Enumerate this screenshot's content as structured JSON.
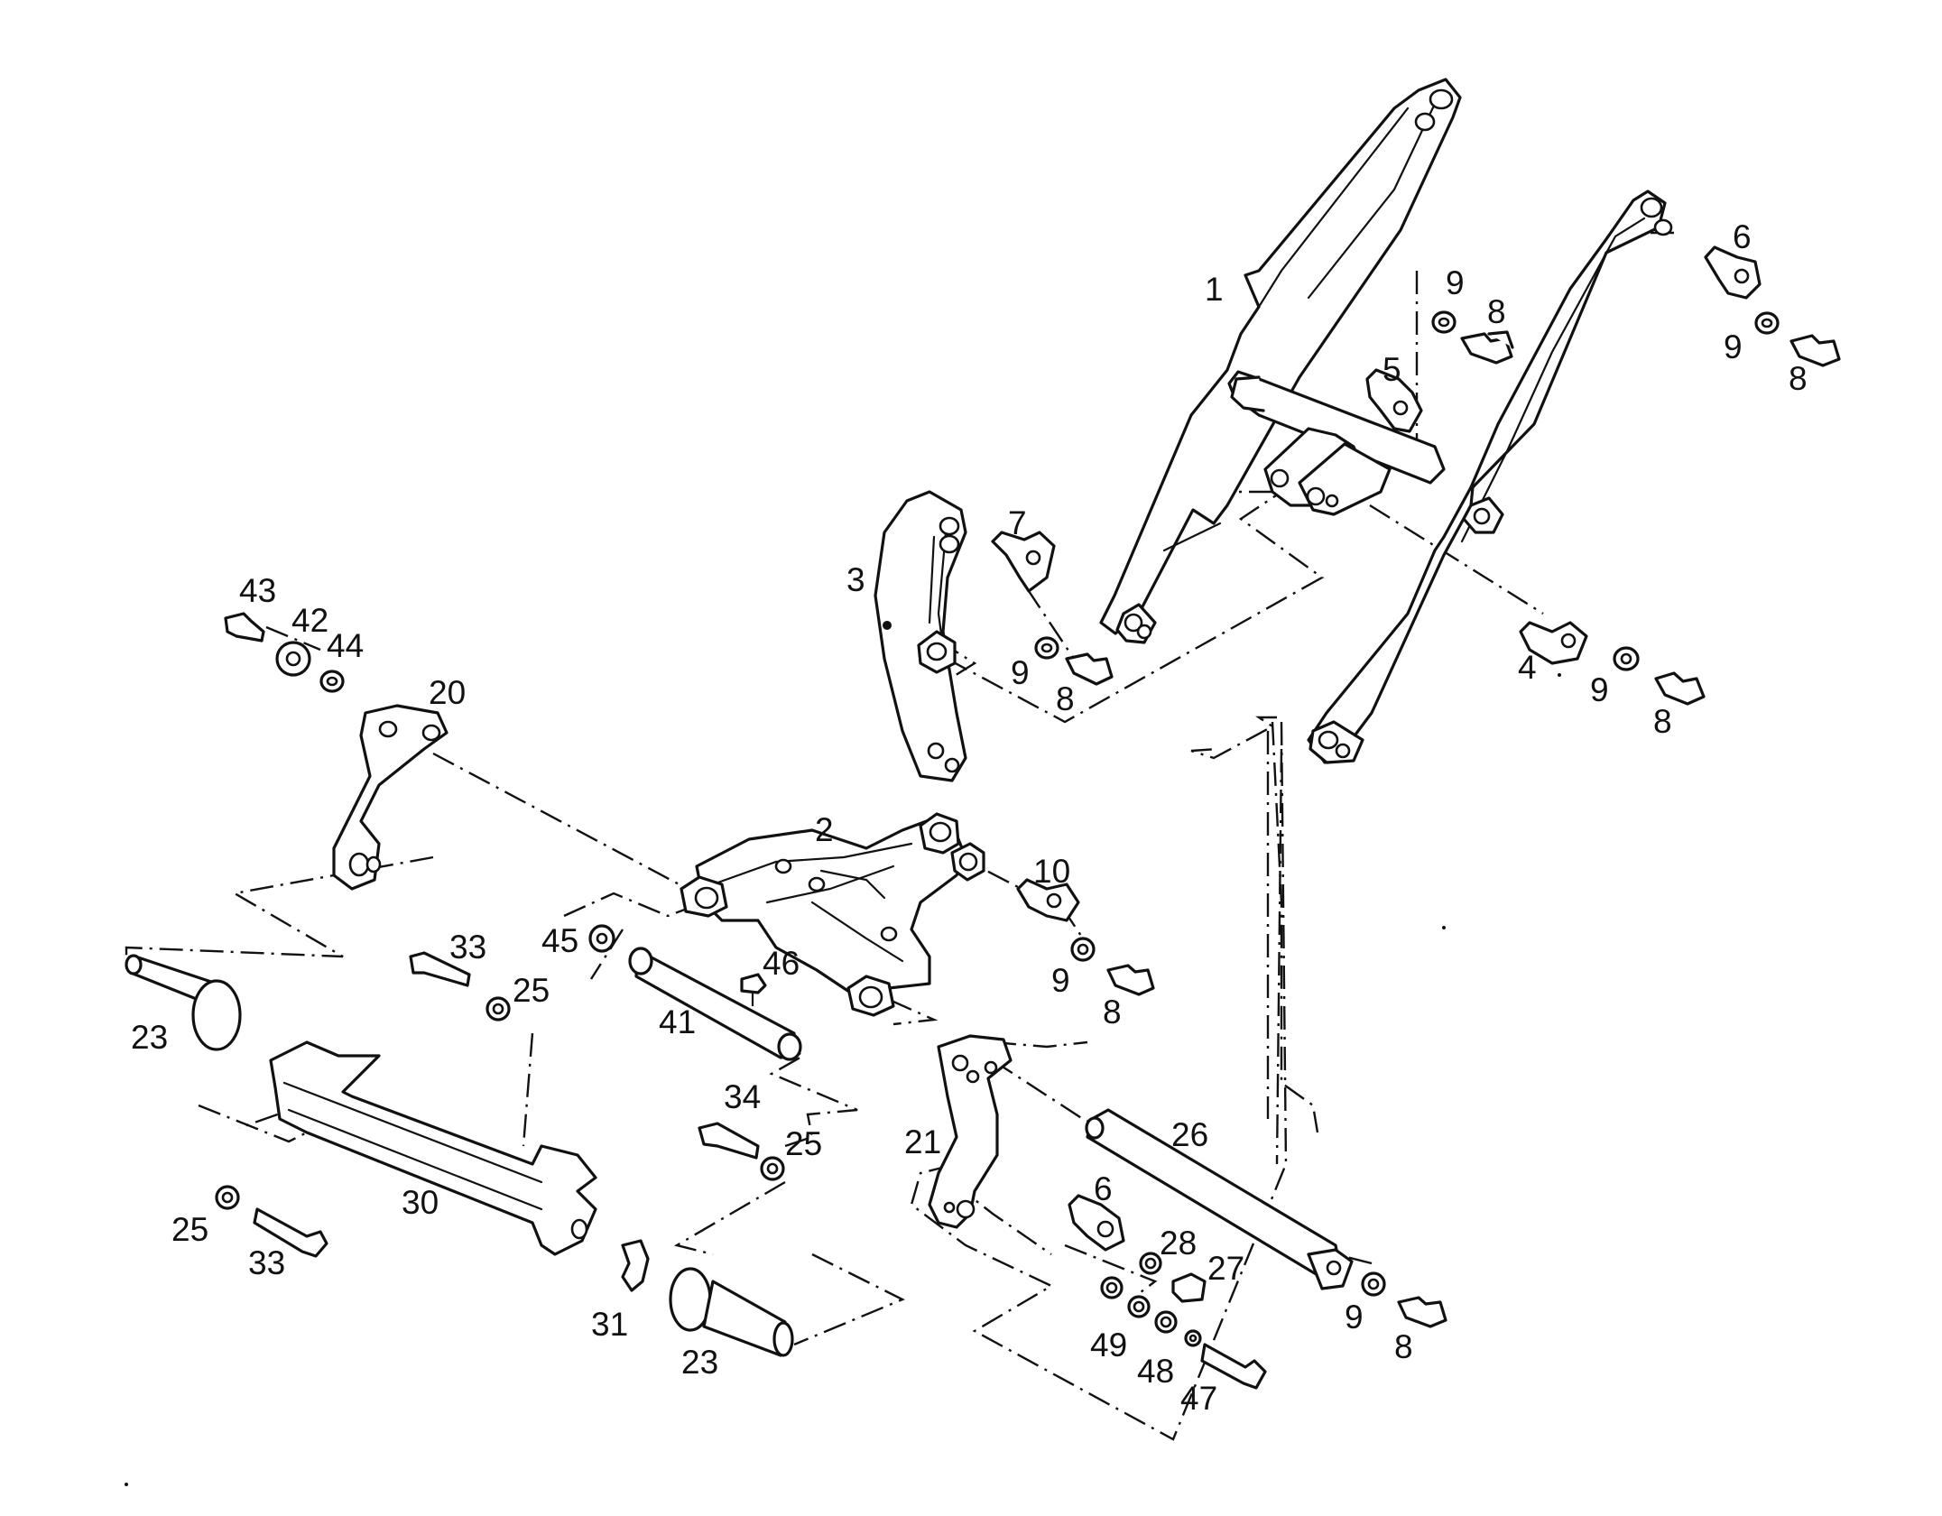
{
  "callouts": {
    "p1": "1",
    "p2": "2",
    "p3": "3",
    "p4": "4",
    "p5": "5",
    "p6a": "6",
    "p6b": "6",
    "p7": "7",
    "p8a": "8",
    "p8b": "8",
    "p8c": "8",
    "p8d": "8",
    "p8e": "8",
    "p8f": "8",
    "p9a": "9",
    "p9b": "9",
    "p9c": "9",
    "p9d": "9",
    "p9e": "9",
    "p9f": "9",
    "p10": "10",
    "p20": "20",
    "p21": "21",
    "p23a": "23",
    "p23b": "23",
    "p25a": "25",
    "p25b": "25",
    "p25c": "25",
    "p26": "26",
    "p27": "27",
    "p28": "28",
    "p30": "30",
    "p31": "31",
    "p33a": "33",
    "p33b": "33",
    "p34": "34",
    "p41": "41",
    "p42": "42",
    "p43": "43",
    "p44": "44",
    "p45": "45",
    "p46": "46",
    "p47": "47",
    "p48": "48",
    "p49": "49"
  }
}
